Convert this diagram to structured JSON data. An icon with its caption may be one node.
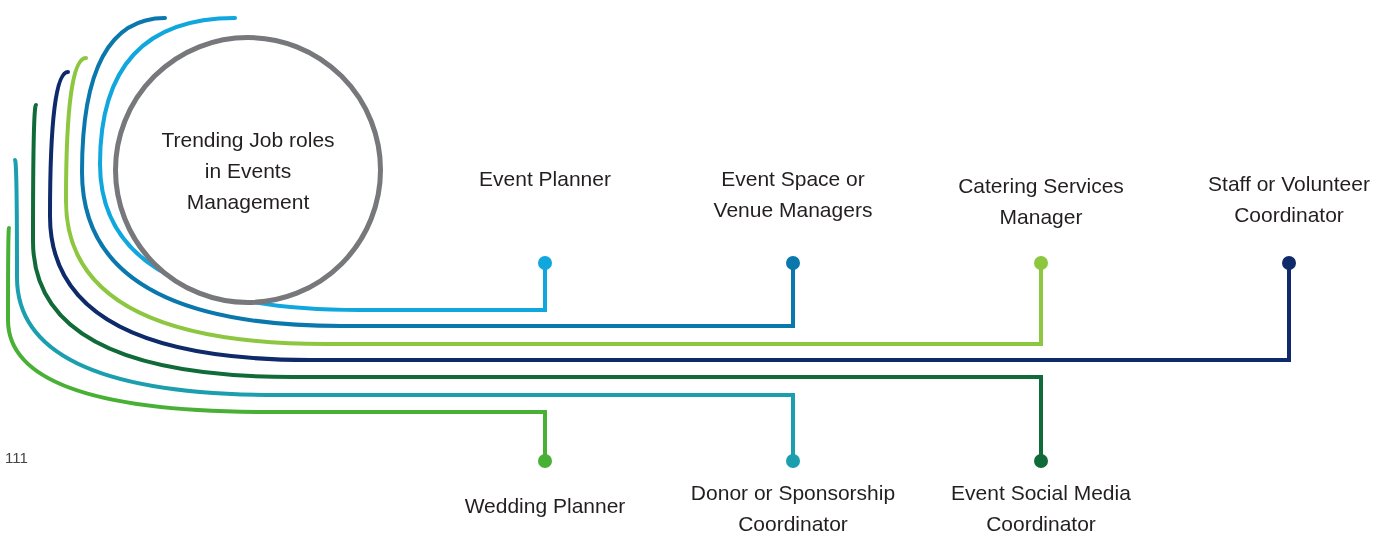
{
  "diagram": {
    "nodes": [
      {
        "text": [
          "Trending Job roles in Events Management"
        ]
      },
      {
        "text": [
          "Event Planner"
        ]
      },
      {
        "text": [
          "Event Space or Venue Managers"
        ]
      },
      {
        "text": [
          "Catering Services Manager"
        ]
      },
      {
        "text": [
          "Staff or Volunteer Coordinator"
        ]
      },
      {
        "text": [
          "Wedding Planner"
        ]
      },
      {
        "text": [
          "Donor or Sponsorship Coordinator"
        ]
      },
      {
        "text": [
          "Event Social Media Coordinator"
        ]
      }
    ],
    "edges": [
      {
        "from": null,
        "to": 1,
        "arrow": "other",
        "color": "#10a6de"
      },
      {
        "from": null,
        "to": 2,
        "arrow": "other",
        "color": "#0a78ad"
      },
      {
        "from": null,
        "to": 3,
        "arrow": "other",
        "color": "#8dc63f"
      },
      {
        "from": null,
        "to": 4,
        "arrow": "other",
        "color": "#0e2a6b"
      },
      {
        "from": null,
        "to": 7,
        "arrow": "other",
        "color": "#106b38"
      },
      {
        "from": null,
        "to": 6,
        "arrow": "other",
        "color": "#1b9fae"
      },
      {
        "from": null,
        "to": 5,
        "arrow": "other",
        "color": "#49b036"
      }
    ],
    "labels": [
      "111"
    ]
  }
}
